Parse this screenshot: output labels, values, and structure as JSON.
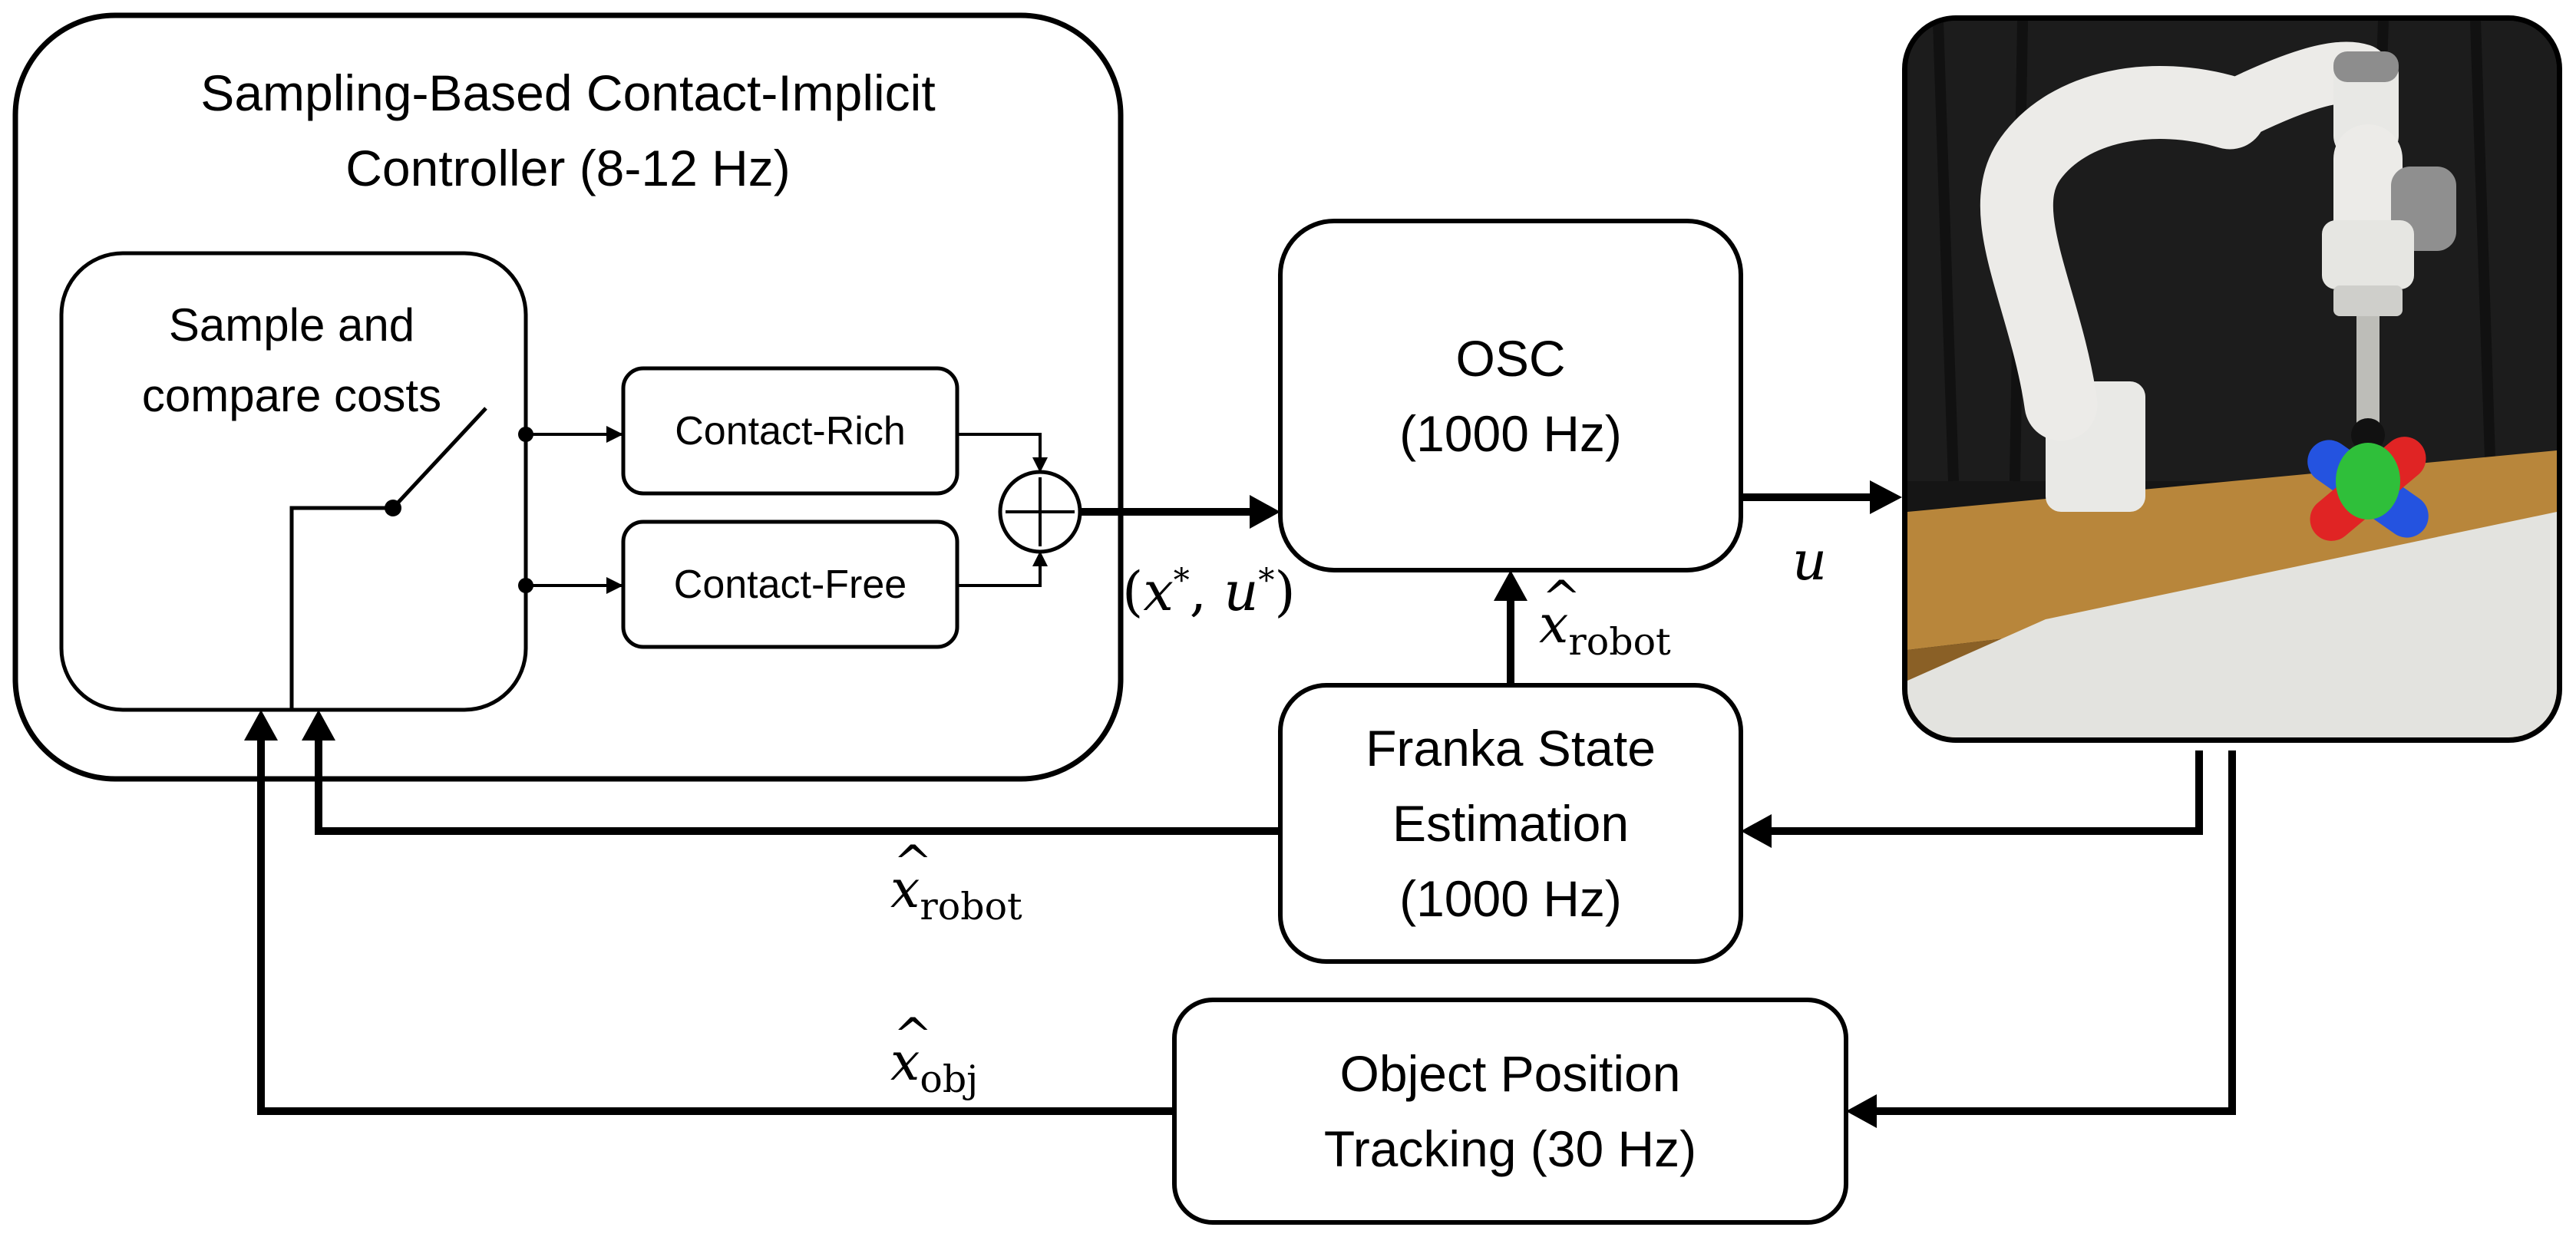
{
  "controller": {
    "title_line1": "Sampling-Based Contact-Implicit",
    "title_line2": "Controller (8-12 Hz)"
  },
  "sampler": {
    "line1": "Sample and",
    "line2": "compare costs"
  },
  "modes": {
    "rich": "Contact-Rich",
    "free": "Contact-Free"
  },
  "osc": {
    "line1": "OSC",
    "line2": "(1000 Hz)"
  },
  "franka": {
    "line1": "Franka State",
    "line2": "Estimation",
    "line3": "(1000 Hz)"
  },
  "tracking": {
    "line1": "Object Position",
    "line2": "Tracking (30 Hz)"
  },
  "signals": {
    "plan_open": "(",
    "plan_x": "x",
    "plan_star": "*",
    "plan_sep": ", ",
    "plan_u": "u",
    "plan_close": ")",
    "u": "u",
    "x": "x",
    "robot": "robot",
    "obj": "obj"
  },
  "colors": {
    "line": "#000000",
    "object_red": "#e02424",
    "object_blue": "#2453e0",
    "object_green": "#2fbf3a"
  }
}
